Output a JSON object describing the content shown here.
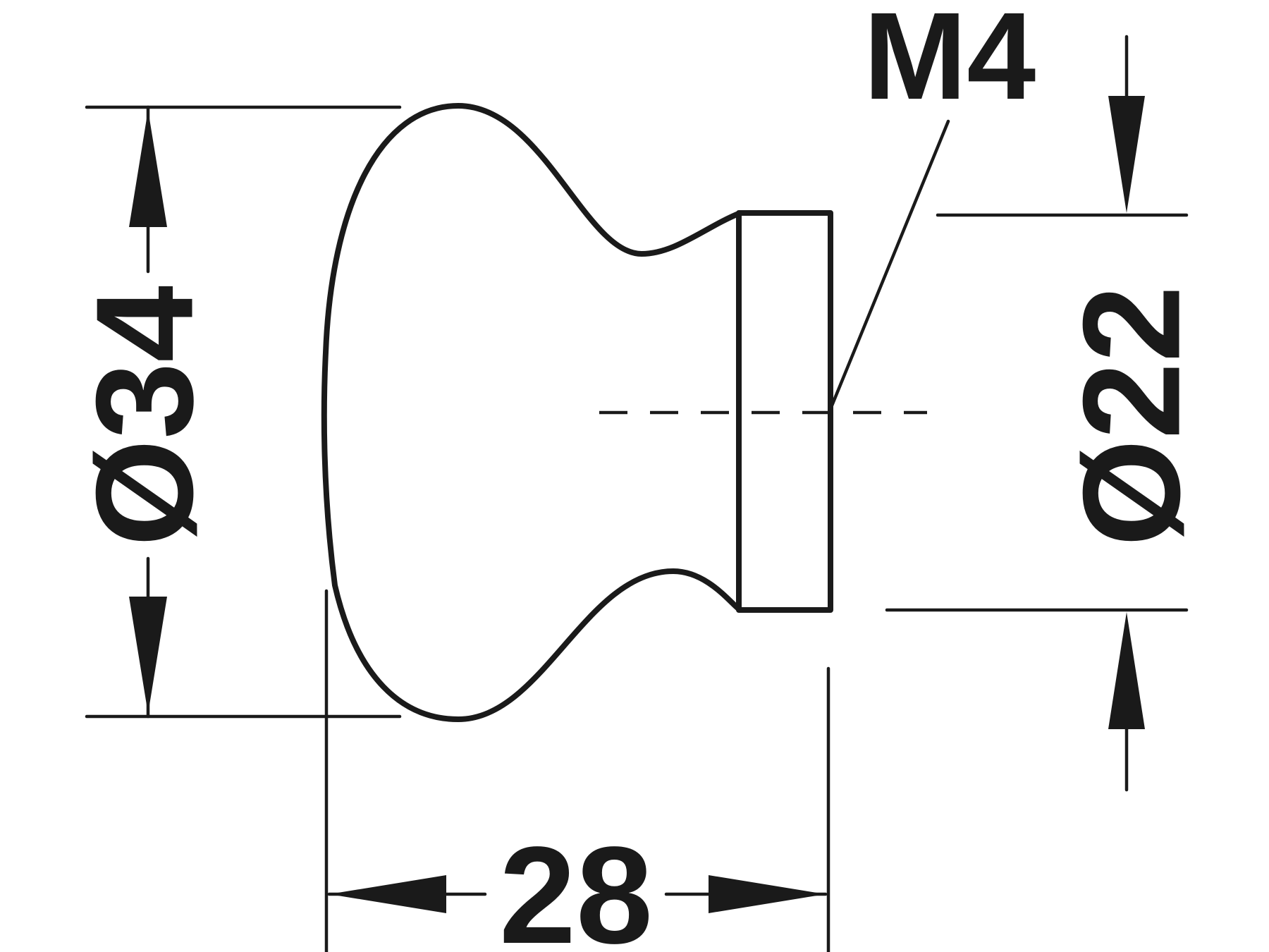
{
  "drawing": {
    "subject": "knob",
    "colors": {
      "ink": "#1a1a1a",
      "background": "#ffffff"
    },
    "dimensions": {
      "overall_diameter": "Ø34",
      "base_diameter": "Ø22",
      "length": "28",
      "thread": "M4"
    }
  }
}
